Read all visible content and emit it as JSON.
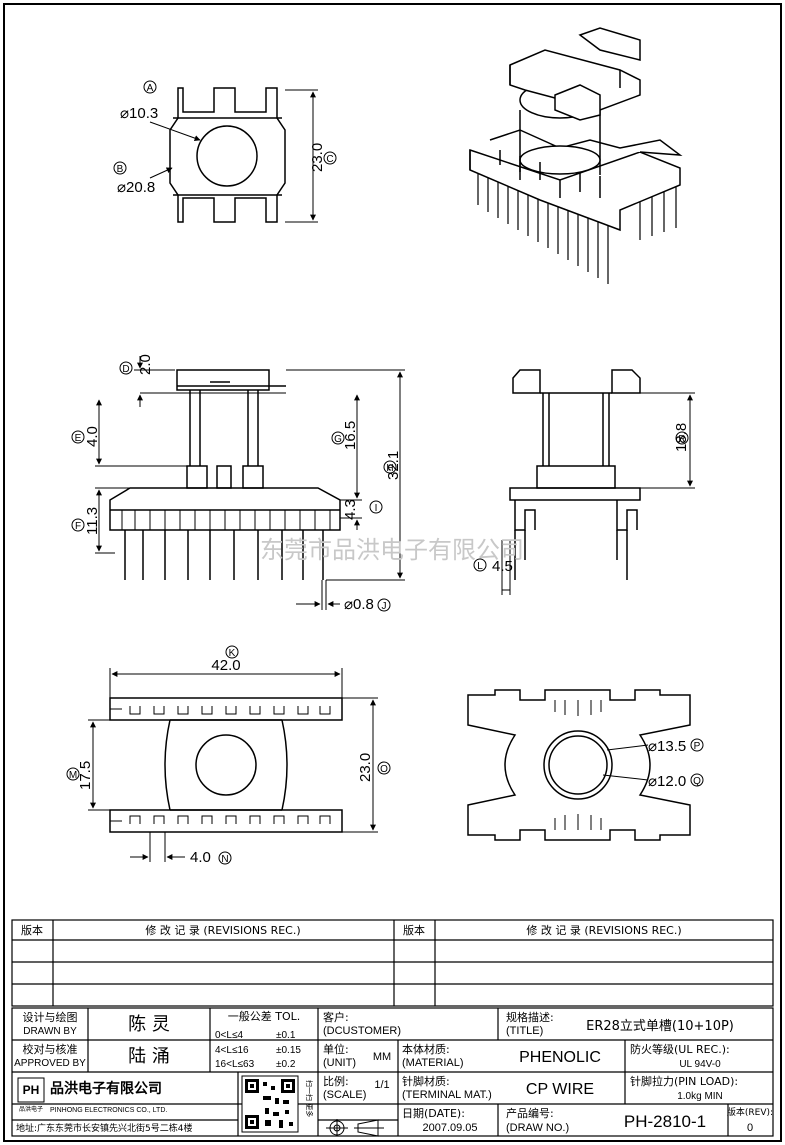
{
  "views": {
    "top": {
      "dims": {
        "A": "⌀10.3",
        "B": "⌀20.8",
        "C": "23.0"
      },
      "circles": {
        "A": "A",
        "B": "B",
        "C": "C"
      }
    },
    "front": {
      "dims": {
        "D": "2.0",
        "E": "4.0",
        "F": "11.3",
        "G": "16.5",
        "H": "32.1",
        "I": "4.3",
        "J": "⌀0.8"
      },
      "circles": {
        "D": "D",
        "E": "E",
        "F": "F",
        "G": "G",
        "H": "H",
        "I": "I",
        "J": "J"
      }
    },
    "side": {
      "dims": {
        "R": "18.8",
        "L": "4.5"
      },
      "circles": {
        "R": "R",
        "L": "L"
      }
    },
    "bottom": {
      "dims": {
        "K": "42.0",
        "M": "17.5",
        "O": "23.0",
        "N": "4.0"
      },
      "circles": {
        "K": "K",
        "M": "M",
        "O": "O",
        "N": "N"
      }
    },
    "bottom_right": {
      "dims": {
        "P": "⌀13.5",
        "Q": "⌀12.0"
      },
      "circles": {
        "P": "P",
        "Q": "Q"
      }
    }
  },
  "watermark": "东莞市品洪电子有限公司",
  "revisions": {
    "col_version": "版本",
    "col_record": "修 改 记 录 (REVISIONS REC.)"
  },
  "title_block": {
    "designer_label_cn": "设计与绘图",
    "designer_label_en": "DRAWN BY",
    "designer": "陈 灵",
    "approver_label_cn": "校对与核准",
    "approver_label_en": "APPROVED BY",
    "approver": "陆 涌",
    "tol_title": "一般公差 TOL.",
    "tol_rows": [
      {
        "range": "0<L≤4",
        "val": "±0.1"
      },
      {
        "range": "4<L≤16",
        "val": "±0.15"
      },
      {
        "range": "16<L≤63",
        "val": "±0.2"
      }
    ],
    "customer_label_cn": "客户:",
    "customer_label_en": "(DCUSTOMER)",
    "title_label_cn": "规格描述:",
    "title_label_en": "(TITLE)",
    "title_value": "ER28立式单槽(10+10P)",
    "unit_label_cn": "单位:",
    "unit_label_en": "(UNIT)",
    "unit_value": "MM",
    "material_label_cn": "本体材质:",
    "material_label_en": "(MATERIAL)",
    "material_value": "PHENOLIC",
    "ul_label": "防火等级(UL REC.):",
    "ul_value": "UL 94V-0",
    "scale_label_cn": "比例:",
    "scale_label_en": "(SCALE)",
    "scale_value": "1/1",
    "terminal_label_cn": "针脚材质:",
    "terminal_label_en": "(TERMINAL MAT.)",
    "terminal_value": "CP WIRE",
    "pinload_label": "针脚拉力(PIN LOAD):",
    "pinload_value": "1.0kg MIN",
    "date_label": "日期(DATE):",
    "date_value": "2007.09.05",
    "drawno_label_cn": "产品编号:",
    "drawno_label_en": "(DRAW NO.)",
    "drawno_value": "PH-2810-1",
    "rev_label": "版本(REV):",
    "rev_value": "0",
    "company_logo": "PH",
    "company_logo_sub": "品洪电子",
    "company_cn": "品洪电子有限公司",
    "company_en": "PINHONG ELECTRONICS CO., LTD.",
    "address": "地址:广东东莞市长安镇先兴北街5号二栋4楼",
    "qr_side_text": "扫一扫 更多"
  }
}
